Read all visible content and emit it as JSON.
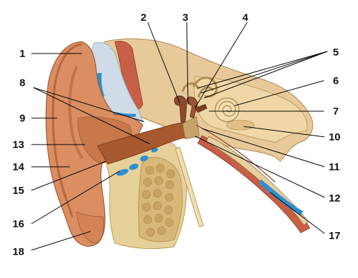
{
  "figure": {
    "labels": [
      {
        "id": "1",
        "text": "1"
      },
      {
        "id": "2",
        "text": "2"
      },
      {
        "id": "3",
        "text": "3"
      },
      {
        "id": "4",
        "text": "4"
      },
      {
        "id": "5",
        "text": "5"
      },
      {
        "id": "6",
        "text": "6"
      },
      {
        "id": "7",
        "text": "7"
      },
      {
        "id": "8",
        "text": "8"
      },
      {
        "id": "9",
        "text": "9"
      },
      {
        "id": "10",
        "text": "10"
      },
      {
        "id": "11",
        "text": "11"
      },
      {
        "id": "12",
        "text": "12"
      },
      {
        "id": "13",
        "text": "13"
      },
      {
        "id": "14",
        "text": "14"
      },
      {
        "id": "15",
        "text": "15"
      },
      {
        "id": "16",
        "text": "16"
      },
      {
        "id": "17",
        "text": "17"
      },
      {
        "id": "18",
        "text": "18"
      }
    ]
  },
  "colors": {
    "skin": "#d98a5e",
    "skin_dark": "#b9653f",
    "cartilage": "#c7d7e6",
    "cartilage_blue": "#2b8fd0",
    "bone": "#ead8a6",
    "bone_dark": "#c9a96a",
    "muscle": "#c8604a",
    "gland": "#e9cf9c",
    "canal": "#a7582f",
    "leader": "#000000"
  }
}
